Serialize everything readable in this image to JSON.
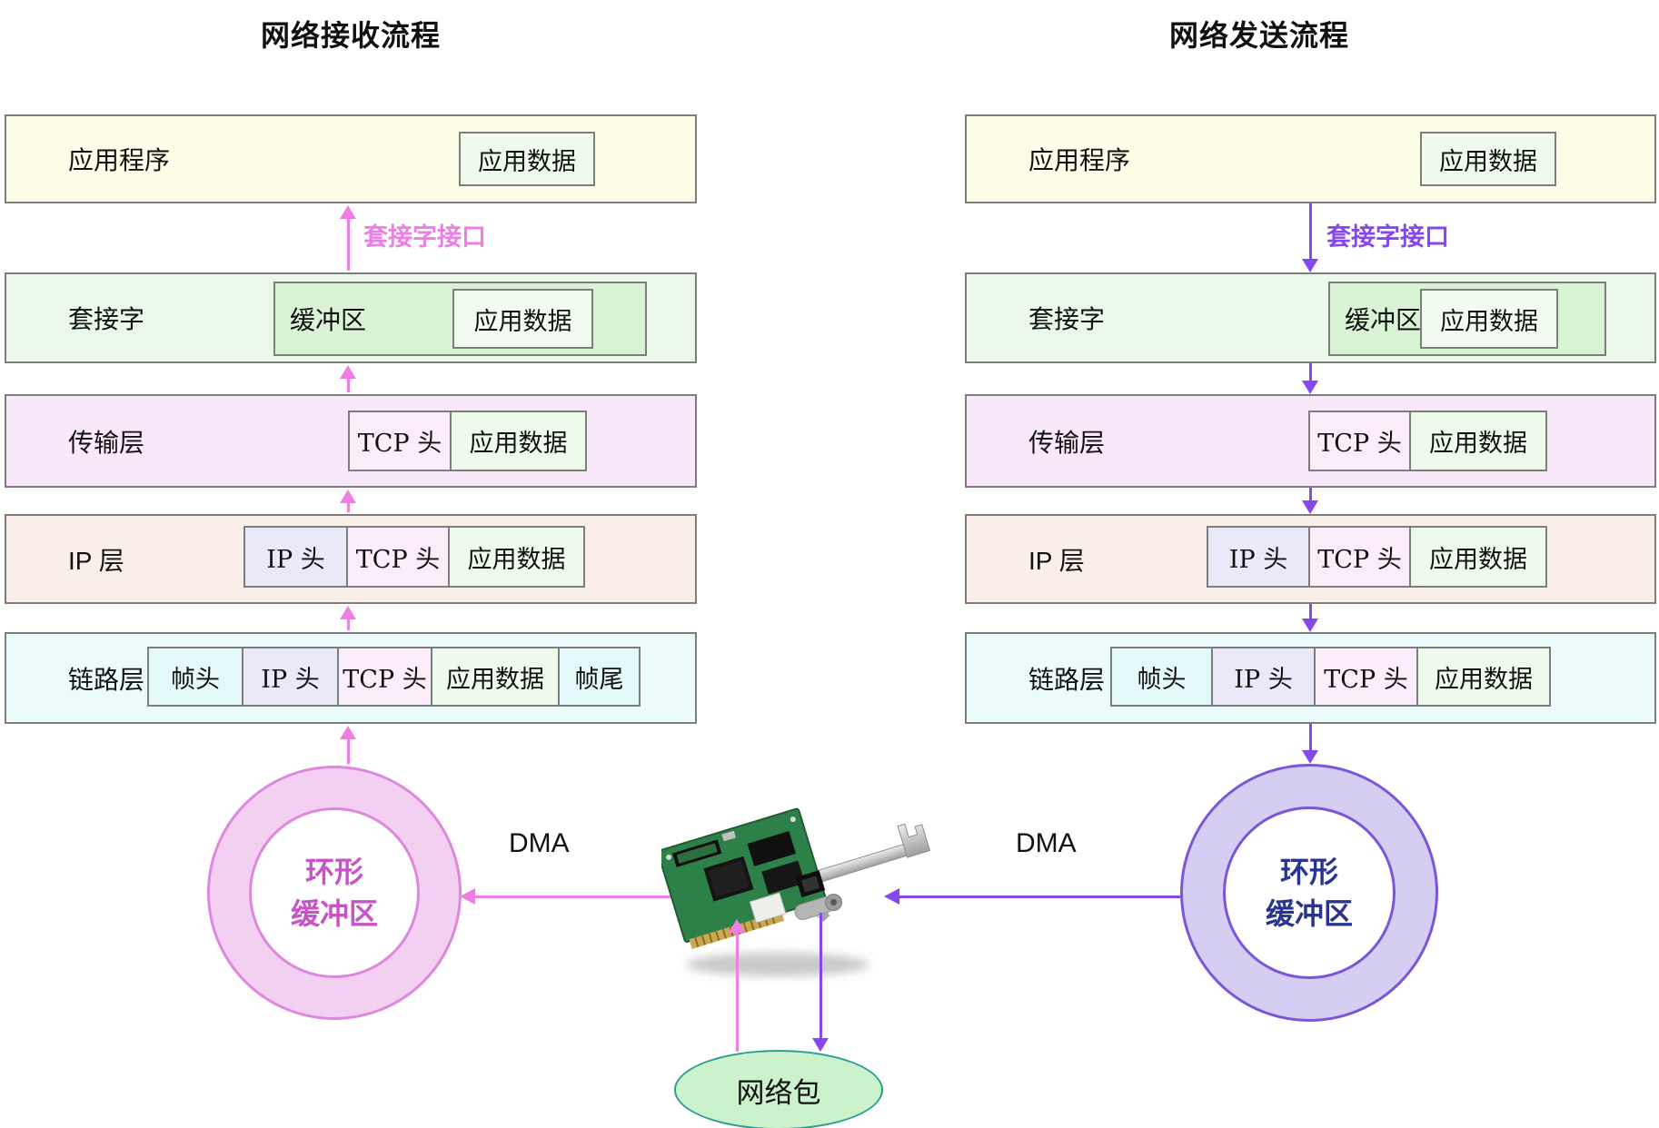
{
  "diagram": {
    "left": {
      "title": "网络接收流程",
      "socket_interface_label": "套接字接口",
      "dma_label": "DMA",
      "ring": {
        "line1": "环形",
        "line2": "缓冲区"
      },
      "rows": [
        {
          "label": "应用程序",
          "boxes": [
            "应用数据"
          ]
        },
        {
          "label": "套接字",
          "buffer": {
            "label": "缓冲区",
            "inner": "应用数据"
          }
        },
        {
          "label": "传输层",
          "boxes": [
            "TCP 头",
            "应用数据"
          ]
        },
        {
          "label": "IP 层",
          "boxes": [
            "IP 头",
            "TCP 头",
            "应用数据"
          ]
        },
        {
          "label": "链路层",
          "boxes": [
            "帧头",
            "IP 头",
            "TCP 头",
            "应用数据",
            "帧尾"
          ]
        }
      ]
    },
    "right": {
      "title": "网络发送流程",
      "socket_interface_label": "套接字接口",
      "dma_label": "DMA",
      "ring": {
        "line1": "环形",
        "line2": "缓冲区"
      },
      "rows": [
        {
          "label": "应用程序",
          "boxes": [
            "应用数据"
          ]
        },
        {
          "label": "套接字",
          "buffer": {
            "label": "缓冲区",
            "inner": "应用数据"
          }
        },
        {
          "label": "传输层",
          "boxes": [
            "TCP 头",
            "应用数据"
          ]
        },
        {
          "label": "IP 层",
          "boxes": [
            "IP 头",
            "TCP 头",
            "应用数据"
          ]
        },
        {
          "label": "链路层",
          "boxes": [
            "帧头",
            "IP 头",
            "TCP 头",
            "应用数据"
          ]
        }
      ]
    },
    "center": {
      "packet_label": "网络包",
      "nic_image": "network-interface-card-photo"
    },
    "colors": {
      "receive_accent": "#ee7de4",
      "send_accent": "#8747ee",
      "row_app_bg": "#fdfce6",
      "row_socket_bg": "#e9f8e9",
      "row_transport_bg": "#f8e8f9",
      "row_ip_bg": "#faeee9",
      "row_link_bg": "#ebfafb",
      "data_box_bg": "#edfaec",
      "buffer_box_bg": "#d8f4d5",
      "buffer_inner_bg": "#f2fbf0",
      "tcp_box_bg": "#faecf8",
      "ip_box_bg": "#e9e9f9",
      "frame_box_bg": "#e3f8f8",
      "left_ring_fill": "#f3cff2",
      "left_ring_border": "#dd88dd",
      "left_ring_text": "#c853c8",
      "right_ring_fill": "#d5cef2",
      "right_ring_border": "#7d55d9",
      "right_ring_text": "#28348f",
      "packet_fill": "#cbf2ca",
      "packet_border": "#2aa093",
      "box_border": "#7d7d7d"
    }
  }
}
